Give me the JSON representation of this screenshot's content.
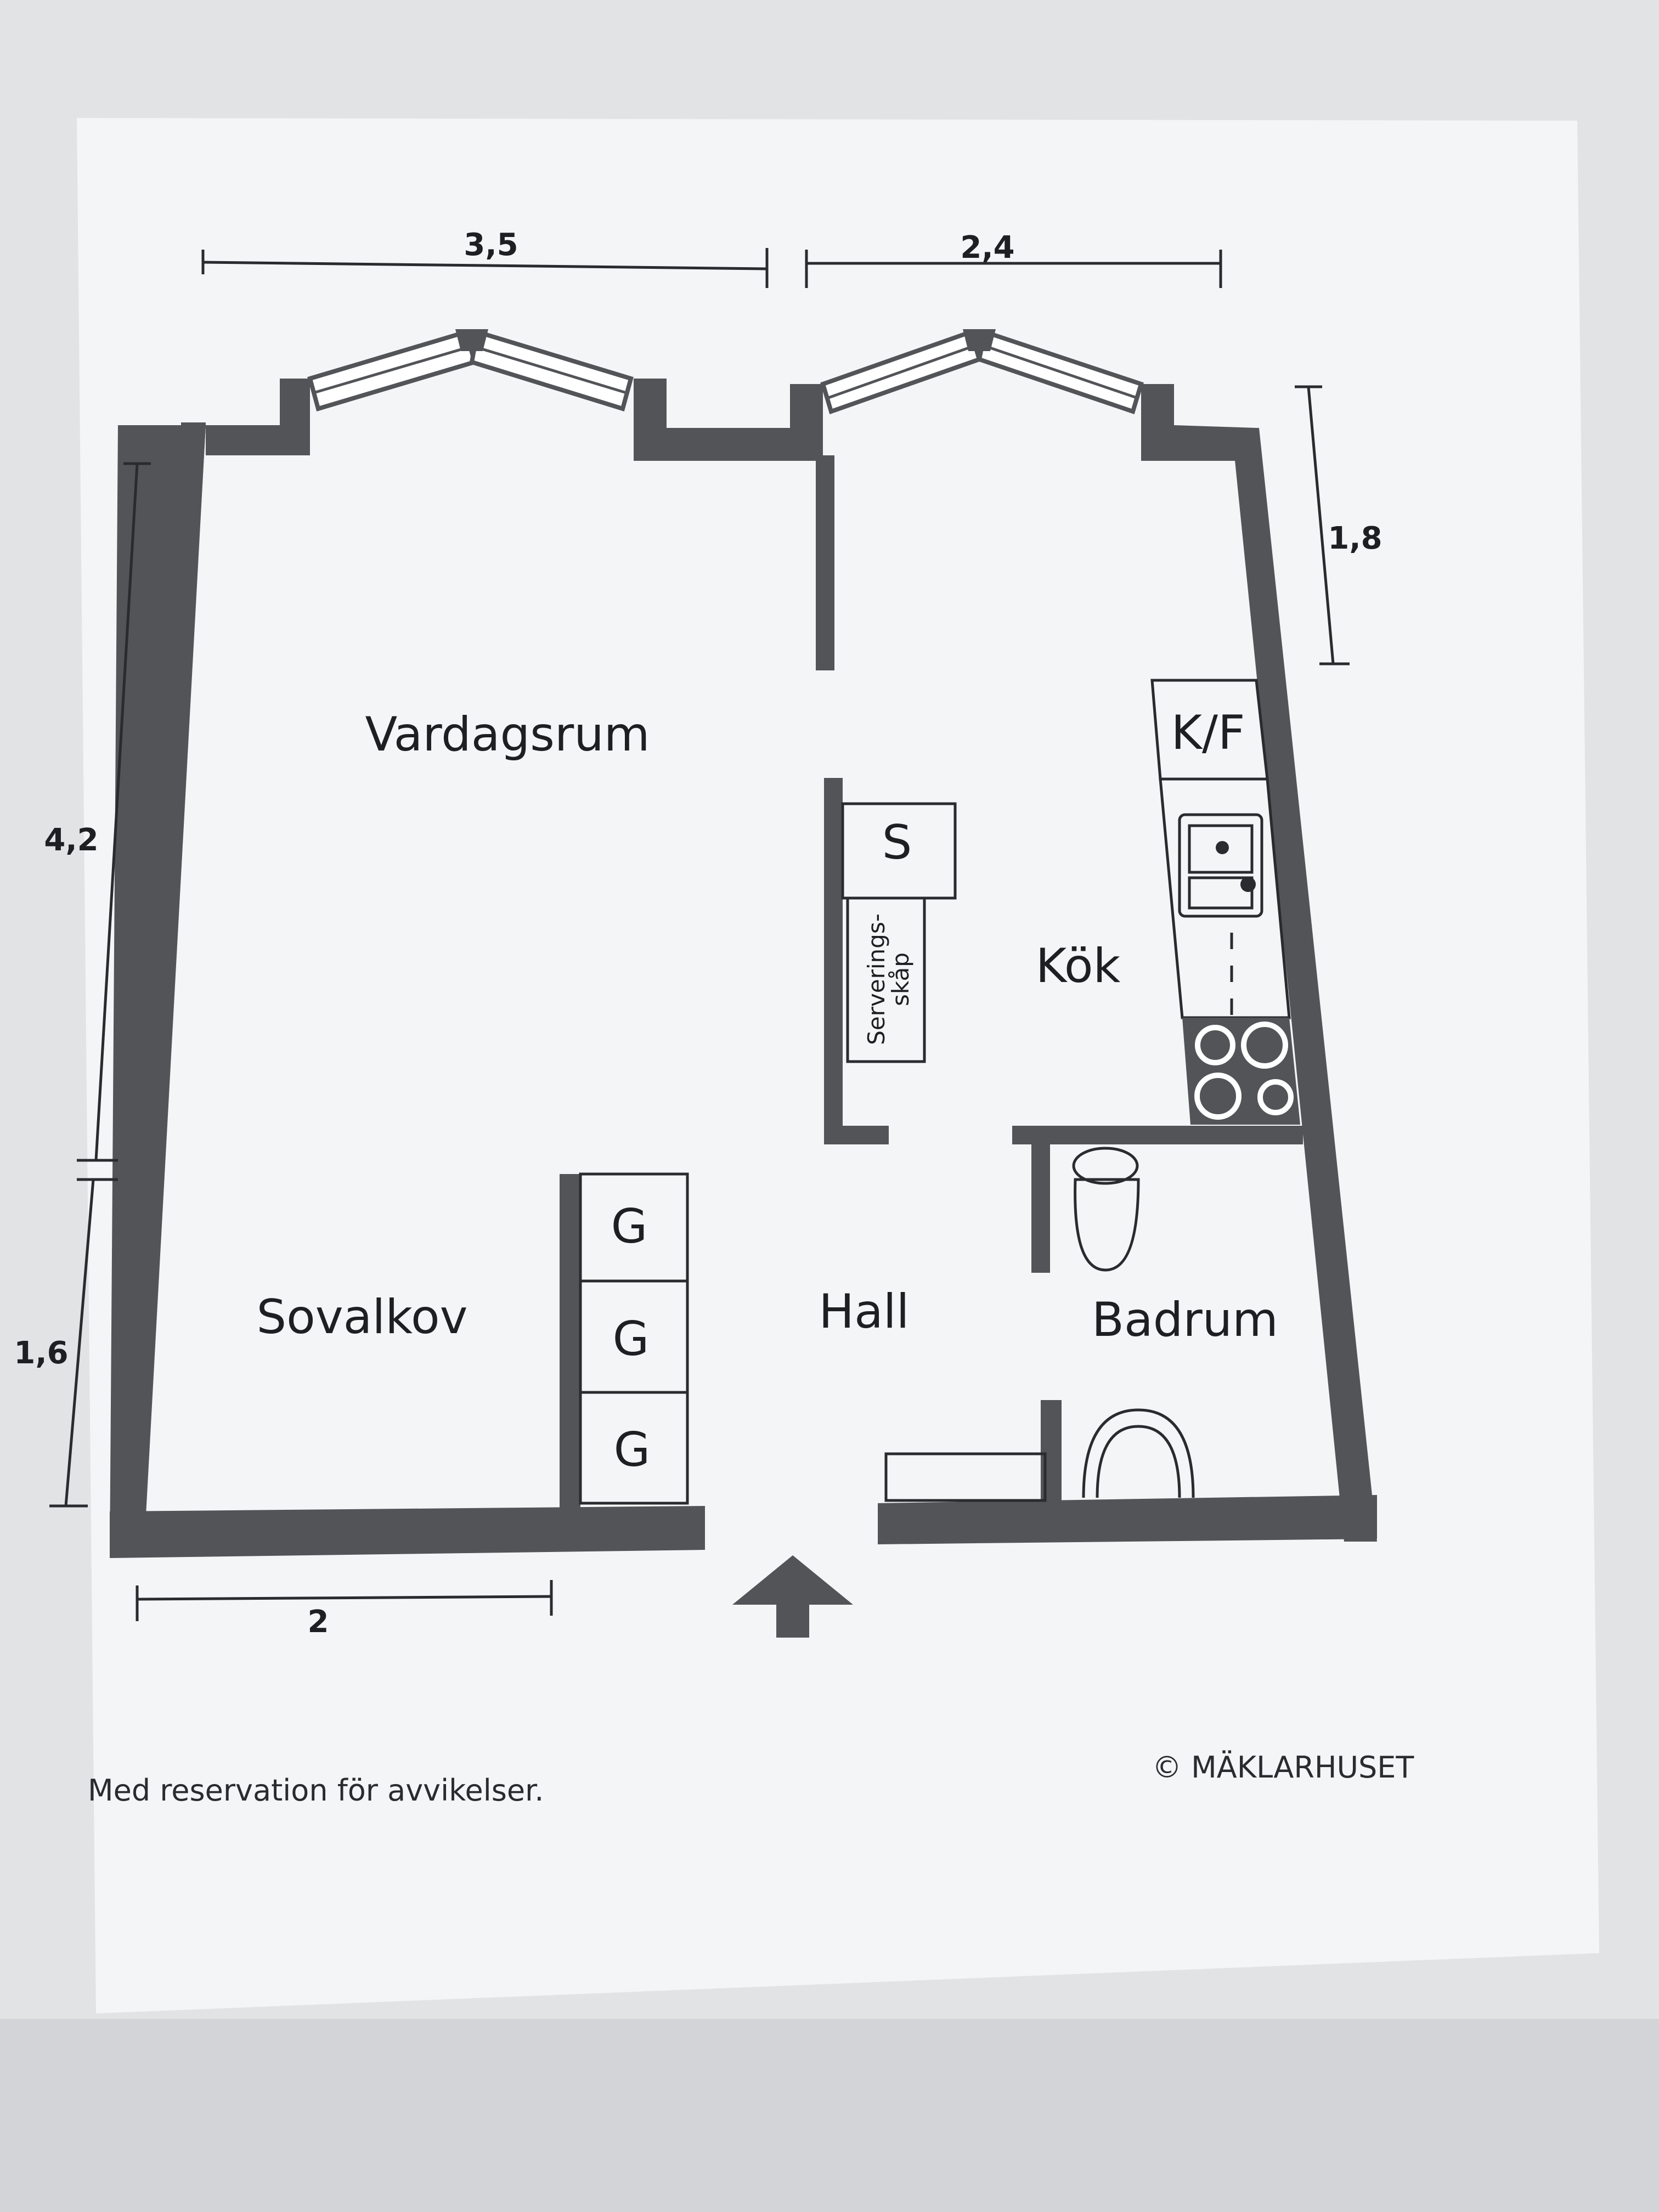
{
  "rooms": {
    "vardagsrum": "Vardagsrum",
    "sovalkov": "Sovalkov",
    "kok": "Kök",
    "hall": "Hall",
    "badrum": "Badrum"
  },
  "fixtures": {
    "kf": "K/F",
    "s": "S",
    "serverings_line1": "Serverings-",
    "serverings_line2": "skåp",
    "g": "G"
  },
  "dimensions": {
    "top_left": "3,5",
    "top_right": "2,4",
    "right": "1,8",
    "left_upper": "4,2",
    "left_lower": "1,6",
    "bottom": "2"
  },
  "footer": {
    "disclaimer": "Med reservation för avvikelser.",
    "copyright": "© MÄKLARHUSET"
  },
  "colors": {
    "wall": "#525458",
    "paper": "#f4f5f6",
    "ink": "#1e1f22",
    "background": "#e4e5e7"
  }
}
